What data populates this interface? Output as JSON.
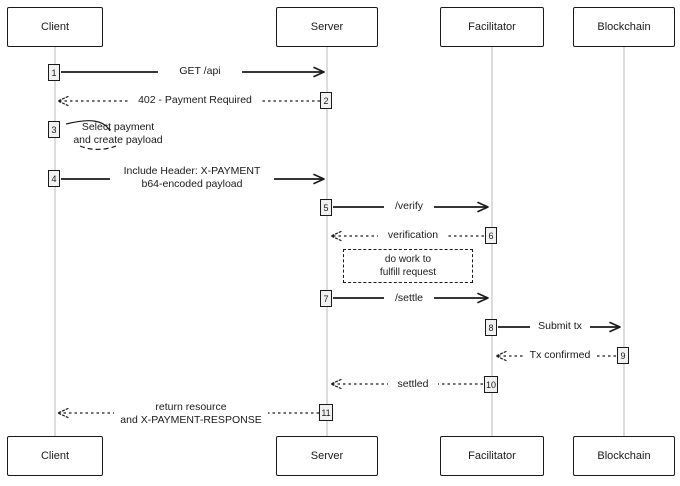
{
  "actors": [
    {
      "id": "client",
      "label": "Client"
    },
    {
      "id": "server",
      "label": "Server"
    },
    {
      "id": "facilitator",
      "label": "Facilitator"
    },
    {
      "id": "blockchain",
      "label": "Blockchain"
    }
  ],
  "steps": [
    {
      "num": "1",
      "lifeline": "client",
      "text": [
        "GET /api"
      ]
    },
    {
      "num": "2",
      "lifeline": "server",
      "text": [
        "402 - Payment Required"
      ]
    },
    {
      "num": "3",
      "lifeline": "client",
      "text": [
        "Select payment",
        "and create payload"
      ]
    },
    {
      "num": "4",
      "lifeline": "client",
      "text": [
        "Include Header: X-PAYMENT",
        "b64-encoded payload"
      ]
    },
    {
      "num": "5",
      "lifeline": "server",
      "text": [
        "/verify"
      ]
    },
    {
      "num": "6",
      "lifeline": "facilitator",
      "text": [
        "verification"
      ]
    },
    {
      "num": "7",
      "lifeline": "server",
      "text": [
        "/settle"
      ]
    },
    {
      "num": "8",
      "lifeline": "facilitator",
      "text": [
        "Submit tx"
      ]
    },
    {
      "num": "9",
      "lifeline": "blockchain",
      "text": [
        "Tx confirmed"
      ]
    },
    {
      "num": "10",
      "lifeline": "facilitator",
      "text": [
        "settled"
      ]
    },
    {
      "num": "11",
      "lifeline": "server",
      "text": [
        "return resource",
        "and X-PAYMENT-RESPONSE"
      ]
    }
  ],
  "note": {
    "text": [
      "do work to",
      "fulfill request"
    ]
  }
}
